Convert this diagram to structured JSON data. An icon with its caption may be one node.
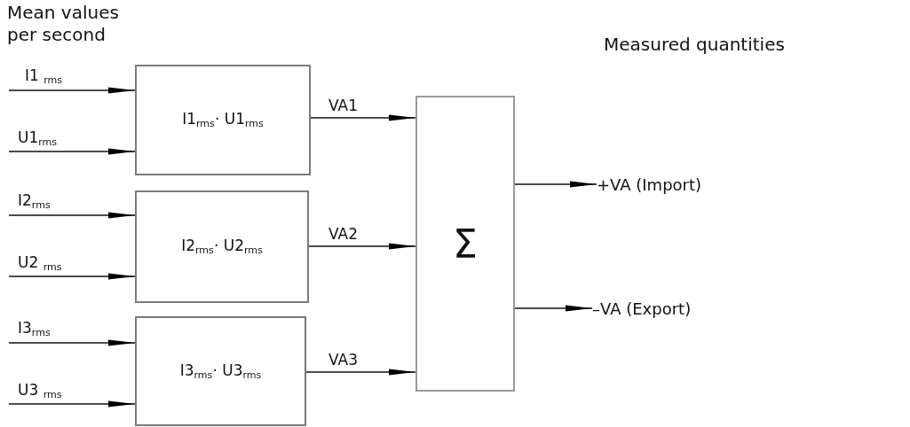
{
  "diagram": {
    "nodes": [
      {
        "text": [
          "I1$_{rms}$· U1$_{rms}$"
        ]
      },
      {
        "text": [
          "I2$_{rms}$· U2$_{rms}$"
        ]
      },
      {
        "text": [
          "I3$_{rms}$· U3$_{rms}$"
        ]
      },
      {
        "text": [
          "Σ"
        ]
      },
      {
        "text": [
          "+VA (Import)"
        ]
      },
      {
        "text": [
          "–VA (Export)"
        ]
      }
    ],
    "edges": [
      {
        "from": null,
        "to": 0,
        "arrow": "to",
        "label": "I1 $_{rms}$"
      },
      {
        "from": null,
        "to": 0,
        "arrow": "to",
        "label": "U1$_{rms}$"
      },
      {
        "from": null,
        "to": 1,
        "arrow": "to",
        "label": "I2$_{rms}$"
      },
      {
        "from": null,
        "to": 1,
        "arrow": "to",
        "label": "U2 $_{rms}$"
      },
      {
        "from": null,
        "to": 2,
        "arrow": "to",
        "label": "I3$_{rms}$"
      },
      {
        "from": null,
        "to": 2,
        "arrow": "to",
        "label": "U3 $_{rms}$"
      },
      {
        "from": 0,
        "to": 3,
        "arrow": "to",
        "label": "VA1"
      },
      {
        "from": 1,
        "to": 3,
        "arrow": "to",
        "label": "VA2"
      },
      {
        "from": 2,
        "to": 3,
        "arrow": "to",
        "label": "VA3"
      },
      {
        "from": 3,
        "to": 4,
        "arrow": "to"
      },
      {
        "from": 3,
        "to": 5,
        "arrow": "to"
      }
    ],
    "labels": [
      "Mean values per second",
      "Measured quantities"
    ]
  }
}
